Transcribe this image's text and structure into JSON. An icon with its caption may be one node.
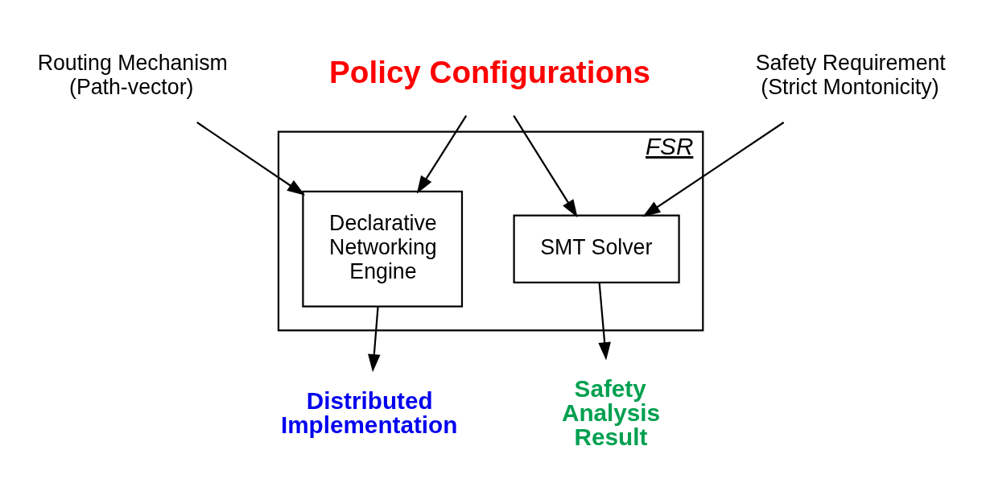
{
  "diagram": {
    "nodes": [
      {
        "text": [
          "Policy Configurations"
        ]
      },
      {
        "text": [
          "FSR"
        ]
      },
      {
        "text": [
          "Declarative Networking Engine"
        ],
        "in": 1
      },
      {
        "text": [
          "SMT Solver"
        ],
        "in": 1
      },
      {
        "text": [
          "Routing Mechanism (Path-vector)"
        ]
      },
      {
        "text": [
          "Safety Requirement (Strict Montonicity)"
        ]
      },
      {
        "text": [
          "Distributed Implementation"
        ]
      },
      {
        "text": [
          "Safety Analysis Result"
        ]
      }
    ],
    "edges": [
      {
        "from": 0,
        "to": 2,
        "arrow": "to"
      },
      {
        "from": 0,
        "to": 3,
        "arrow": "to"
      },
      {
        "from": 4,
        "to": 2,
        "arrow": "to"
      },
      {
        "from": 5,
        "to": 3,
        "arrow": "to"
      },
      {
        "from": 2,
        "to": 6,
        "arrow": "to"
      },
      {
        "from": 3,
        "to": 7,
        "arrow": "to"
      }
    ]
  }
}
